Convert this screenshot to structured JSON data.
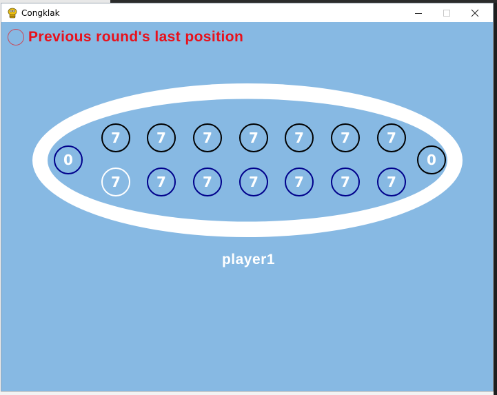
{
  "window": {
    "title": "Congklak",
    "icon": "pygame-snake-icon",
    "controls": [
      "minimize",
      "maximize",
      "close"
    ]
  },
  "colors": {
    "background": "#87b9e3",
    "board_ring": "#ffffff",
    "legend_text": "#e8111b",
    "legend_circle": "#c94a5a",
    "player1_hole_border": "#00008b",
    "player2_hole_border": "#000000",
    "last_position_border": "#ffffff",
    "seed_text": "#ffffff"
  },
  "legend": {
    "icon": "red-circle-outline-icon",
    "label": "Previous round's last position"
  },
  "board": {
    "left_store": {
      "seeds": "0",
      "owner": "player1",
      "border": "#00008b"
    },
    "right_store": {
      "seeds": "0",
      "owner": "player2",
      "border": "#000000"
    },
    "top_row": [
      {
        "seeds": "7",
        "border": "#000000"
      },
      {
        "seeds": "7",
        "border": "#000000"
      },
      {
        "seeds": "7",
        "border": "#000000"
      },
      {
        "seeds": "7",
        "border": "#000000"
      },
      {
        "seeds": "7",
        "border": "#000000"
      },
      {
        "seeds": "7",
        "border": "#000000"
      },
      {
        "seeds": "7",
        "border": "#000000"
      }
    ],
    "bottom_row": [
      {
        "seeds": "7",
        "border": "#ffffff",
        "highlight": "last-position"
      },
      {
        "seeds": "7",
        "border": "#00008b"
      },
      {
        "seeds": "7",
        "border": "#00008b"
      },
      {
        "seeds": "7",
        "border": "#00008b"
      },
      {
        "seeds": "7",
        "border": "#00008b"
      },
      {
        "seeds": "7",
        "border": "#00008b"
      },
      {
        "seeds": "7",
        "border": "#00008b"
      }
    ]
  },
  "current_player": "player1"
}
